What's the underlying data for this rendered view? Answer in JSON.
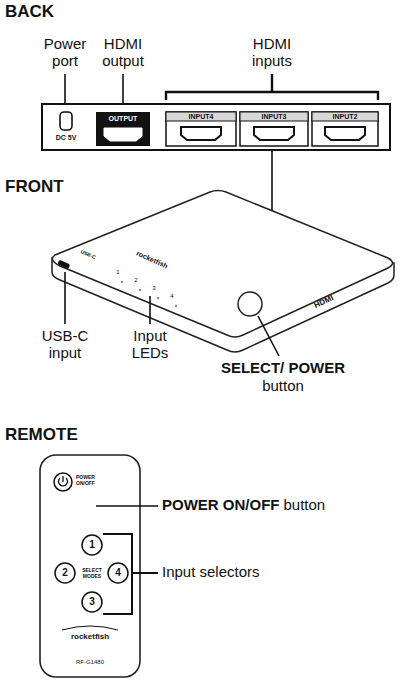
{
  "diagram": {
    "labels": [
      "BACK",
      "Power port",
      "HDMI output",
      "HDMI inputs",
      "DC 5V",
      "OUTPUT",
      "INPUT4",
      "INPUT3",
      "INPUT2",
      "FRONT",
      "USB-C",
      "rocketfish",
      "1",
      "2",
      "3",
      "4",
      "HDMI",
      "USB-C input",
      "Input LEDs",
      "SELECT/ POWER",
      "button",
      "REMOTE",
      "POWER ON/OFF",
      "POWER ON/OFF",
      "button",
      "1",
      "2",
      "4",
      "3",
      "SELECT MODES",
      "Input selectors",
      "rocketfish",
      "RF-G1480"
    ]
  }
}
